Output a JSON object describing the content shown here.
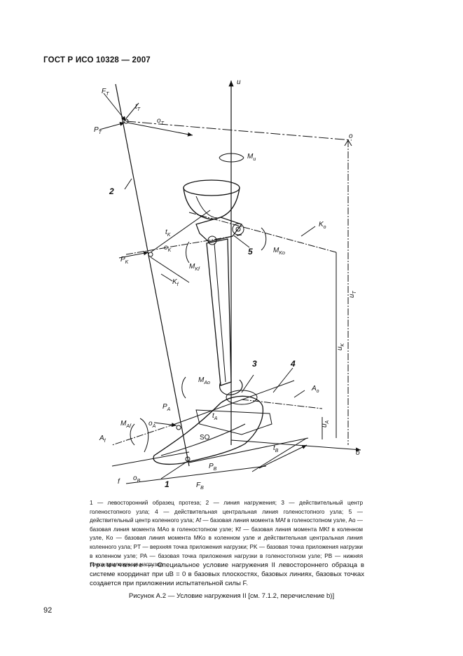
{
  "header": {
    "title": "ГОСТ Р ИСО 10328 — 2007"
  },
  "figure": {
    "labels": {
      "F_T": "F",
      "F_T_sub": "T",
      "P_T": "P",
      "P_T_sub": "T",
      "t_T": "t",
      "t_T_sub": "T",
      "o_T": "o",
      "o_T_sub": "T",
      "u": "u",
      "M_u": "M",
      "M_u_sub": "u",
      "num2": "2",
      "t_K": "t",
      "t_K_sub": "K",
      "o_K": "o",
      "o_K_sub": "K",
      "P_K": "P",
      "P_K_sub": "K",
      "K_f": "K",
      "K_f_sub": "f",
      "K_o": "K",
      "K_o_sub": "o",
      "M_Kf": "M",
      "M_Kf_sub": "Kf",
      "M_Ko": "M",
      "M_Ko_sub": "Ko",
      "num5": "5",
      "u_T": "u",
      "u_T_sub": "T",
      "u_K": "u",
      "u_K_sub": "K",
      "num3": "3",
      "num4": "4",
      "M_Ao": "M",
      "M_Ao_sub": "Ao",
      "A_o": "A",
      "A_o_sub": "o",
      "P_A": "P",
      "P_A_sub": "A",
      "o_A": "o",
      "o_A_sub": "A",
      "M_Af": "M",
      "M_Af_sub": "Af",
      "A_f": "A",
      "A_f_sub": "f",
      "t_A": "t",
      "t_A_sub": "A",
      "u_A": "u",
      "u_A_sub": "A",
      "SO": "SO",
      "t_B": "t",
      "t_B_sub": "B",
      "P_B": "P",
      "P_B_sub": "B",
      "o_B": "o",
      "o_B_sub": "B",
      "f": "f",
      "num1": "1",
      "F_B": "F",
      "F_B_sub": "B",
      "o": "o"
    }
  },
  "legend": {
    "text": "1 — левосторонний образец протеза; 2 — линия нагружения; 3 — действительный центр голеностопного узла; 4 — действительная центральная линия голеностопного узла; 5 — действительный центр коленного узла; Af — базовая линия момента MAf в голеностопном узле, Ao — базовая линия момента MAo в голеностопном узле; Kf — базовая линия момента MKf в коленном узле, Ko — базовая линия момента MKo в коленном узле и действительная центральная линия коленного узла; PT — верхняя точка приложения нагрузки; PK — базовая точка приложения нагрузки в коленном узле; PA — базовая точка приложения нагрузки в голеностопном узле; PB — нижняя точка приложения нагрузки"
  },
  "note": {
    "lead": "Примечание",
    "text": " — Специальное условие нагружения II левостороннего образца в системе координат при uB = 0 в базовых плоскостях, базовых линиях, базовых точках создается при приложении испытательной силы F."
  },
  "caption": "Рисунок А.2 — Условие нагружения II [см. 7.1.2, перечисление b)]",
  "page_number": "92"
}
